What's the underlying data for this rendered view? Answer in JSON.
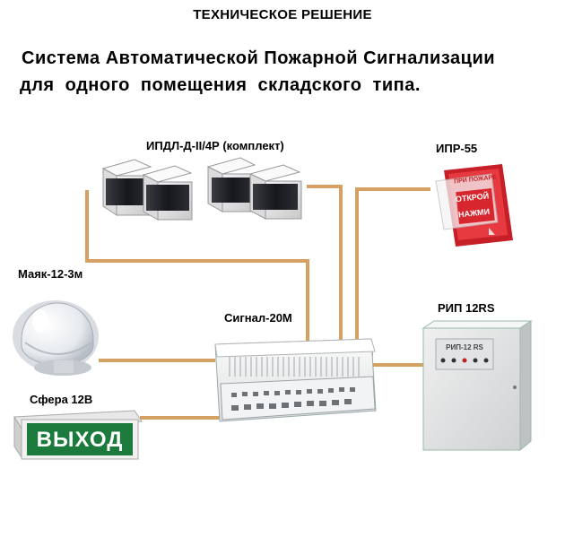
{
  "header": {
    "title": "ТЕХНИЧЕСКОЕ РЕШЕНИЕ",
    "subtitle_line1": "Система Автоматической Пожарной Сигнализации",
    "subtitle_line2": "для одного помещения складского типа."
  },
  "devices": {
    "detectors": {
      "label": "ИПДЛ-Д-II/4Р (комплект)"
    },
    "manual_call_point": {
      "label": "ИПР-55",
      "text_top": "ПРИ ПОЖАРЕ",
      "text_mid": "ОТКРОЙ",
      "text_bottom": "НАЖМИ"
    },
    "sounder": {
      "label": "Маяк-12-3м"
    },
    "panel": {
      "label": "Сигнал-20М"
    },
    "power_supply": {
      "label": "РИП 12RS",
      "panel_text": "РИП-12 RS"
    },
    "exit_sign": {
      "label": "Сфера 12В",
      "text": "ВЫХОД"
    }
  },
  "colors": {
    "wire": "#d4a064",
    "exit_green": "#1c7a3c",
    "call_point_red": "#d8262e"
  }
}
